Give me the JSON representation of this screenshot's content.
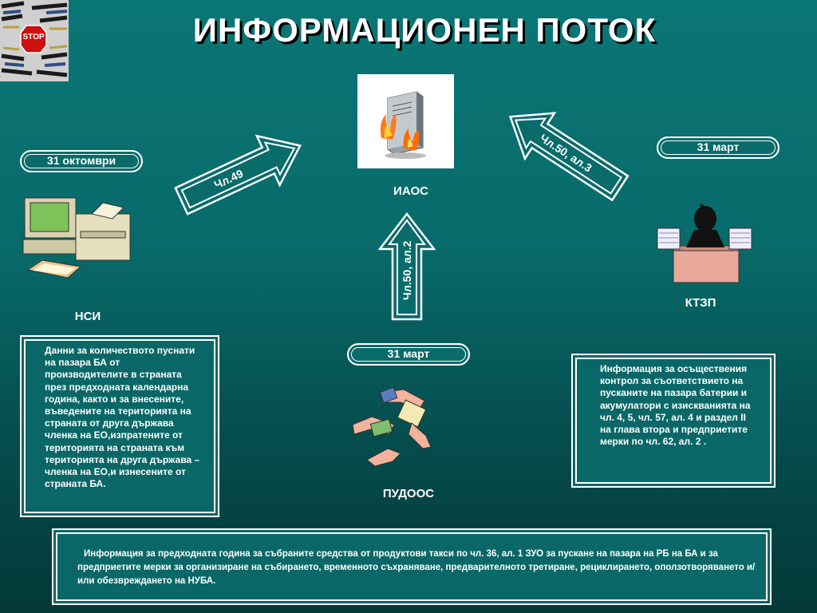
{
  "title": "ИНФОРМАЦИОНЕН ПОТОК",
  "dates": {
    "nsi": "31 октомври",
    "ktzp": "31 март",
    "pudoos": "31 март"
  },
  "nodes": {
    "iaos": "ИАОС",
    "nsi": "НСИ",
    "ktzp": "КТЗП",
    "pudoos": "ПУДООС"
  },
  "arrows": {
    "nsi_to_iaos": "Чл.49",
    "ktzp_to_iaos": "Чл.50, ал.3",
    "pudoos_to_iaos": "Чл.50, ал.2"
  },
  "texts": {
    "nsi_box": "Данни за количеството пуснати на пазара БА от производителите в страната през предходната календарна година, както и за внесените, въведените на територията на страната от друга държава членка на ЕО,изпратените от територията на страната към територията на друга държава – членка на ЕО,и изнесените от страната БА.",
    "ktzp_box": "Информация за осъществения контрол за съответствието на пусканите на пазара батерии и акумулатори с изискванията на чл. 4, 5, чл. 57, ал. 4 и раздел II на глава втора и предприетите мерки по чл. 62, ал. 2 .",
    "bottom_box": "Информация за предходната година за събраните средства от продуктови такси по чл. 36, ал. 1 ЗУО за пускане на пазара на РБ на БА и за предприетите мерки за организиране на събирането, временното съхраняване, предварителното третиране, рециклирането, оползотворяването и/или обезвреждането на НУБА."
  },
  "logo": {
    "sign_text": "STOP"
  }
}
